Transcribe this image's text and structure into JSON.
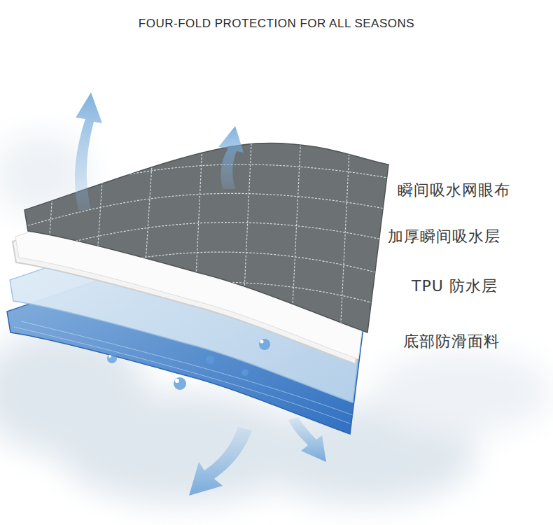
{
  "diagram": {
    "title": "FOUR-FOLD PROTECTION FOR ALL SEASONS",
    "labels": [
      "瞬间吸水网眼布",
      "加厚瞬间吸水层",
      "TPU 防水层",
      "底部防滑面料"
    ]
  }
}
